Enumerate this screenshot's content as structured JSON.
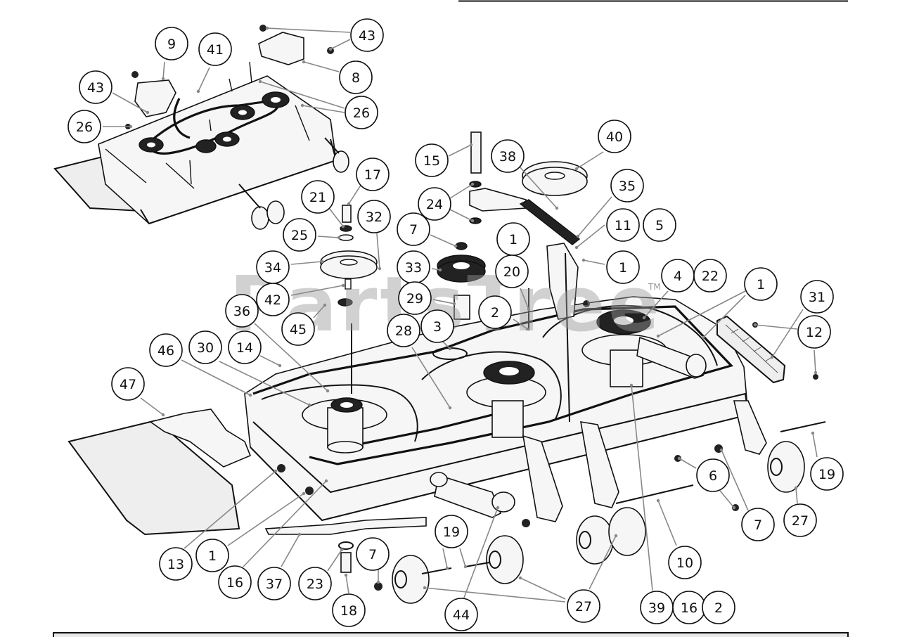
{
  "watermark": {
    "text": "PartsTree",
    "trademark": "TM"
  },
  "colors": {
    "line": "#111111",
    "leader": "#888888",
    "watermark": "#9a9a9a",
    "footer_band": "#e9e9e9"
  },
  "callouts": [
    {
      "id": "c-9",
      "label": "9"
    },
    {
      "id": "c-41",
      "label": "41"
    },
    {
      "id": "c-43a",
      "label": "43"
    },
    {
      "id": "c-43b",
      "label": "43"
    },
    {
      "id": "c-8",
      "label": "8"
    },
    {
      "id": "c-26a",
      "label": "26"
    },
    {
      "id": "c-26b",
      "label": "26"
    },
    {
      "id": "c-15",
      "label": "15"
    },
    {
      "id": "c-38",
      "label": "38"
    },
    {
      "id": "c-40",
      "label": "40"
    },
    {
      "id": "c-17",
      "label": "17"
    },
    {
      "id": "c-21",
      "label": "21"
    },
    {
      "id": "c-32",
      "label": "32"
    },
    {
      "id": "c-24",
      "label": "24"
    },
    {
      "id": "c-35",
      "label": "35"
    },
    {
      "id": "c-25",
      "label": "25"
    },
    {
      "id": "c-7a",
      "label": "7"
    },
    {
      "id": "c-1a",
      "label": "1"
    },
    {
      "id": "c-11",
      "label": "11"
    },
    {
      "id": "c-5",
      "label": "5"
    },
    {
      "id": "c-34",
      "label": "34"
    },
    {
      "id": "c-33",
      "label": "33"
    },
    {
      "id": "c-20",
      "label": "20"
    },
    {
      "id": "c-1b",
      "label": "1"
    },
    {
      "id": "c-4",
      "label": "4"
    },
    {
      "id": "c-22",
      "label": "22"
    },
    {
      "id": "c-42",
      "label": "42"
    },
    {
      "id": "c-29",
      "label": "29"
    },
    {
      "id": "c-2a",
      "label": "2"
    },
    {
      "id": "c-1c",
      "label": "1"
    },
    {
      "id": "c-31",
      "label": "31"
    },
    {
      "id": "c-36",
      "label": "36"
    },
    {
      "id": "c-45",
      "label": "45"
    },
    {
      "id": "c-28",
      "label": "28"
    },
    {
      "id": "c-3",
      "label": "3"
    },
    {
      "id": "c-12",
      "label": "12"
    },
    {
      "id": "c-46",
      "label": "46"
    },
    {
      "id": "c-30",
      "label": "30"
    },
    {
      "id": "c-14",
      "label": "14"
    },
    {
      "id": "c-47",
      "label": "47"
    },
    {
      "id": "c-6",
      "label": "6"
    },
    {
      "id": "c-19a",
      "label": "19"
    },
    {
      "id": "c-27a",
      "label": "27"
    },
    {
      "id": "c-7b",
      "label": "7"
    },
    {
      "id": "c-19b",
      "label": "19"
    },
    {
      "id": "c-13",
      "label": "13"
    },
    {
      "id": "c-1d",
      "label": "1"
    },
    {
      "id": "c-7c",
      "label": "7"
    },
    {
      "id": "c-10",
      "label": "10"
    },
    {
      "id": "c-16a",
      "label": "16"
    },
    {
      "id": "c-37",
      "label": "37"
    },
    {
      "id": "c-23",
      "label": "23"
    },
    {
      "id": "c-18",
      "label": "18"
    },
    {
      "id": "c-44",
      "label": "44"
    },
    {
      "id": "c-27b",
      "label": "27"
    },
    {
      "id": "c-39",
      "label": "39"
    },
    {
      "id": "c-16b",
      "label": "16"
    },
    {
      "id": "c-2b",
      "label": "2"
    }
  ]
}
